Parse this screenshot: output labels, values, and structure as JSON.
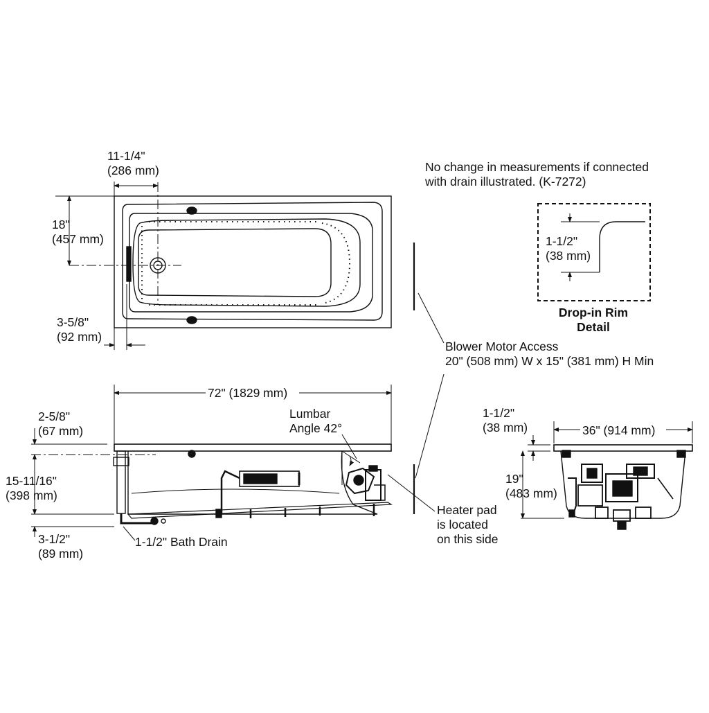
{
  "colors": {
    "ink": "#111111",
    "background": "#ffffff"
  },
  "top_view": {
    "width_dim": {
      "line1": "11-1/4\"",
      "line2": "(286 mm)"
    },
    "depth_dim": {
      "line1": "18\"",
      "line2": "(457 mm)"
    },
    "drain_offset_dim": {
      "line1": "3-5/8\"",
      "line2": "(92 mm)"
    }
  },
  "notes": {
    "no_change": {
      "line1": "No change in measurements if connected",
      "line2": "with drain illustrated. (K-7272)"
    },
    "blower": {
      "line1": "Blower Motor Access",
      "line2": "20\" (508 mm) W x 15\" (381 mm) H Min"
    },
    "heater": {
      "line1": "Heater pad",
      "line2": "is located",
      "line3": "on this side"
    }
  },
  "rim_detail": {
    "dim": {
      "line1": "1-1/2\"",
      "line2": "(38 mm)"
    },
    "title": {
      "line1": "Drop-in Rim",
      "line2": "Detail"
    }
  },
  "side_view": {
    "length_dim": "72\" (1829 mm)",
    "rim_dim": {
      "line1": "2-5/8\"",
      "line2": "(67 mm)"
    },
    "height_dim": {
      "line1": "15-11/16\"",
      "line2": "(398 mm)"
    },
    "bottom_dim": {
      "line1": "3-1/2\"",
      "line2": "(89 mm)"
    },
    "lumbar": {
      "line1": "Lumbar",
      "line2": "Angle 42°"
    },
    "drain_label": "1-1/2\" Bath Drain"
  },
  "end_view": {
    "width_dim": "36\" (914 mm)",
    "rim_dim": {
      "line1": "1-1/2\"",
      "line2": "(38 mm)"
    },
    "height_dim": {
      "line1": "19\"",
      "line2": "(483 mm)"
    }
  }
}
